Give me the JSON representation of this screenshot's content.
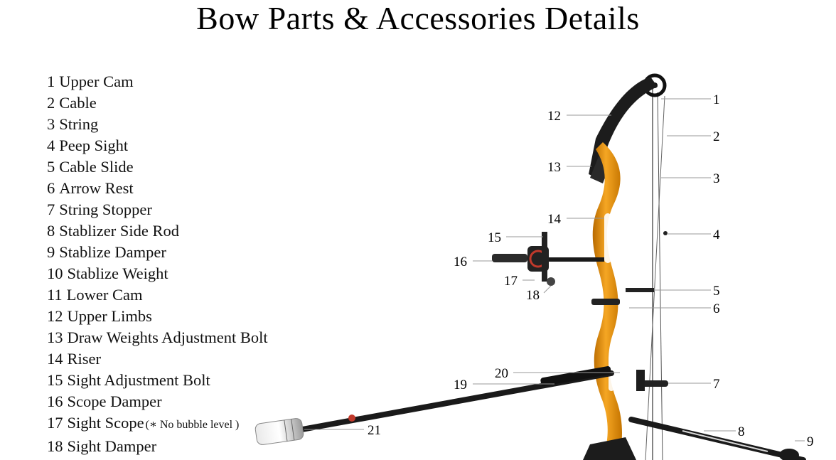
{
  "title": "Bow Parts & Accessories Details",
  "parts": [
    {
      "num": "1",
      "name": "Upper Cam"
    },
    {
      "num": "2",
      "name": "Cable"
    },
    {
      "num": "3",
      "name": "String"
    },
    {
      "num": "4",
      "name": "Peep Sight"
    },
    {
      "num": "5",
      "name": "Cable Slide"
    },
    {
      "num": "6",
      "name": "Arrow Rest"
    },
    {
      "num": "7",
      "name": "String Stopper"
    },
    {
      "num": "8",
      "name": "Stablizer Side Rod"
    },
    {
      "num": "9",
      "name": "Stablize Damper"
    },
    {
      "num": "10",
      "name": "Stablize Weight"
    },
    {
      "num": "11",
      "name": "Lower Cam"
    },
    {
      "num": "12",
      "name": "Upper Limbs"
    },
    {
      "num": "13",
      "name": "Draw Weights Adjustment Bolt"
    },
    {
      "num": "14",
      "name": "Riser"
    },
    {
      "num": "15",
      "name": "Sight Adjustment Bolt"
    },
    {
      "num": "16",
      "name": "Scope Damper"
    },
    {
      "num": "17",
      "name": "Sight Scope",
      "note": "(∗ No bubble level )"
    },
    {
      "num": "18",
      "name": "Sight Damper"
    }
  ],
  "callouts": [
    "1",
    "2",
    "3",
    "4",
    "5",
    "6",
    "7",
    "8",
    "9",
    "12",
    "13",
    "14",
    "15",
    "16",
    "17",
    "18",
    "19",
    "20",
    "21"
  ],
  "colors": {
    "riser": "#e8900f",
    "limb": "#1c1c1c",
    "leader": "#9a9a9a"
  }
}
